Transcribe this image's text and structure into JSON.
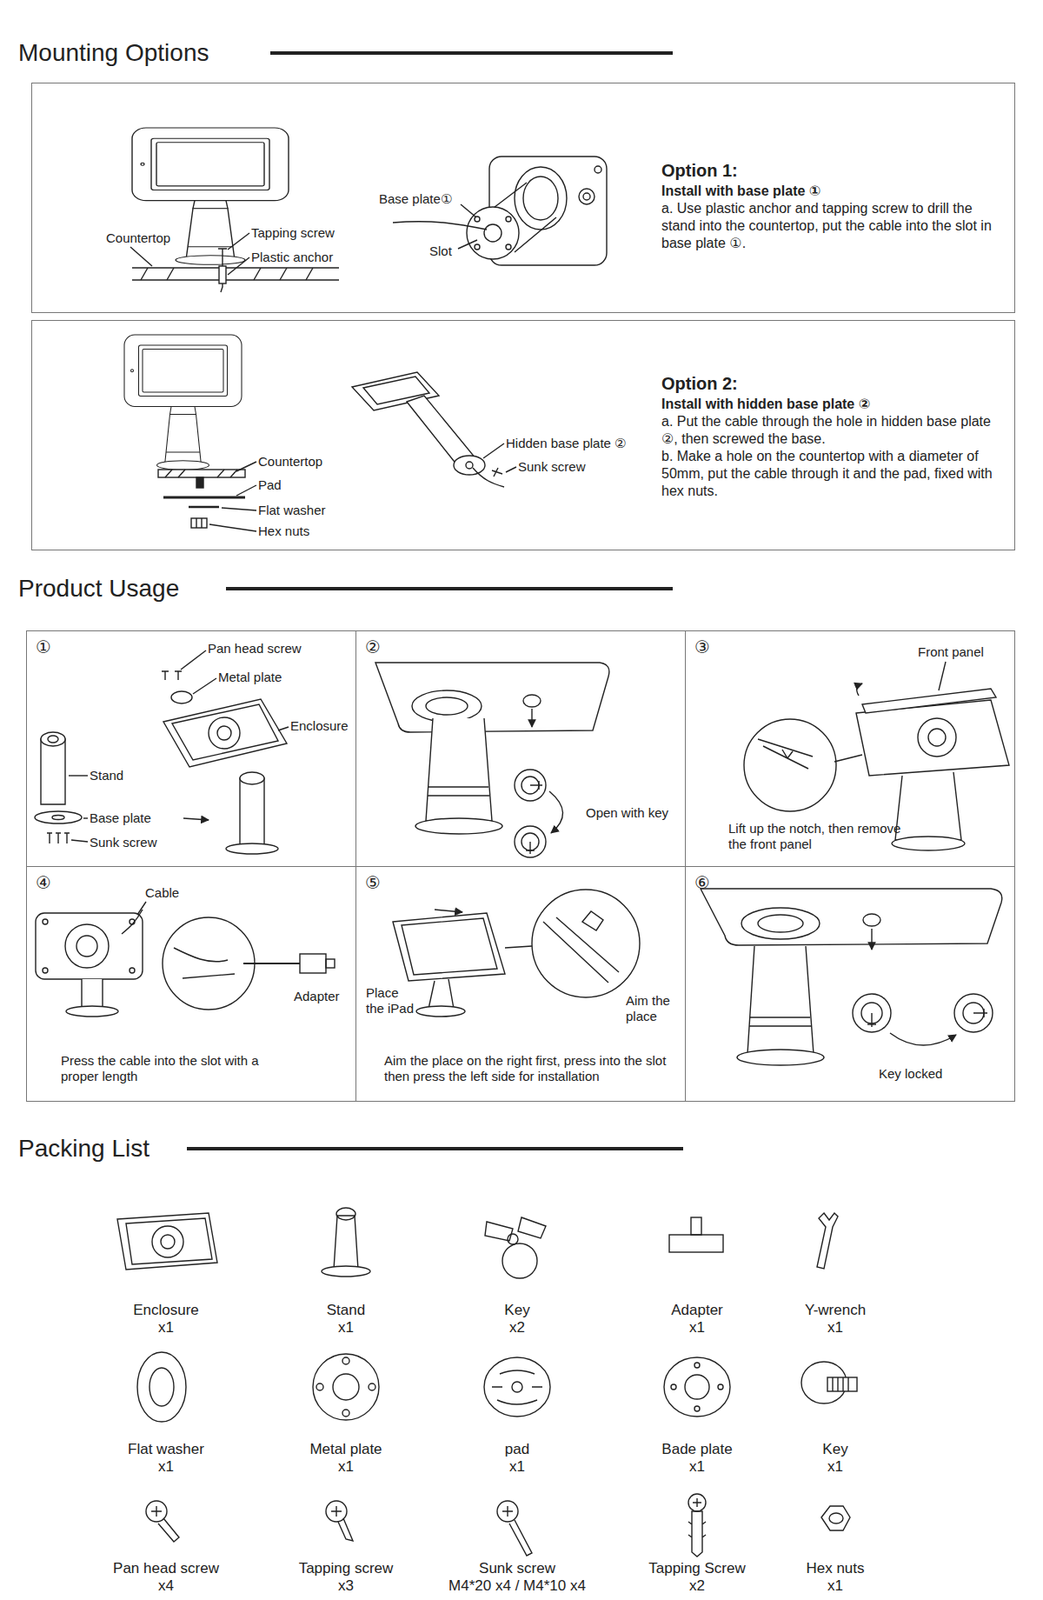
{
  "diagram": {
    "nodes": [
      {
        "text": [
          "Option 1:",
          "Install with base plate ①",
          "a. Use plastic anchor and tapping screw to drill the stand into the countertop, put the cable into the slot in base plate ①."
        ]
      },
      {
        "text": [
          "Option 2:",
          "Install with hidden base plate ②",
          "a. Put the cable through the hole in hidden base plate ②, then screwed the base.",
          "b. Make a hole on the countertop with a diameter of 50mm, put the cable through it and the pad, fixed with hex nuts."
        ]
      },
      {
        "text": [
          "①"
        ]
      },
      {
        "text": [
          "②"
        ]
      },
      {
        "text": [
          "③",
          "Lift up the notch, then remove the front panel"
        ]
      },
      {
        "text": [
          "④",
          "Press the cable into the slot with a proper length"
        ]
      },
      {
        "text": [
          "⑤",
          "Aim the place on the right first, press into the slot then press the left side for installation"
        ]
      },
      {
        "text": [
          "⑥"
        ]
      }
    ],
    "labels": [
      "Mounting Options",
      "Countertop",
      "Tapping screw",
      "Plastic anchor",
      "Base plate①",
      "Slot",
      "Countertop",
      "Pad",
      "Flat washer",
      "Hex nuts",
      "Hidden base plate ②",
      "Sunk screw",
      "Product Usage",
      "Pan head screw",
      "Metal plate",
      "Enclosure",
      "Stand",
      "Base plate",
      "Sunk screw",
      "Open with key",
      "Front panel",
      "Cable",
      "Adapter",
      "Place the iPad",
      "Aim the place",
      "Key locked",
      "Packing List",
      "Enclosure",
      "x1",
      "Stand",
      "x1",
      "Key",
      "x2",
      "Adapter",
      "x1",
      "Y-wrench",
      "x1",
      "Flat washer",
      "x1",
      "Metal plate",
      "x1",
      "pad",
      "x1",
      "Bade plate",
      "x1",
      "Key",
      "x1",
      "Pan head screw",
      "x4",
      "Tapping screw",
      "x3",
      "Sunk screw",
      "M4*20 x4 / M4*10 x4",
      "Tapping Screw",
      "x2",
      "Hex nuts",
      "x1"
    ]
  }
}
